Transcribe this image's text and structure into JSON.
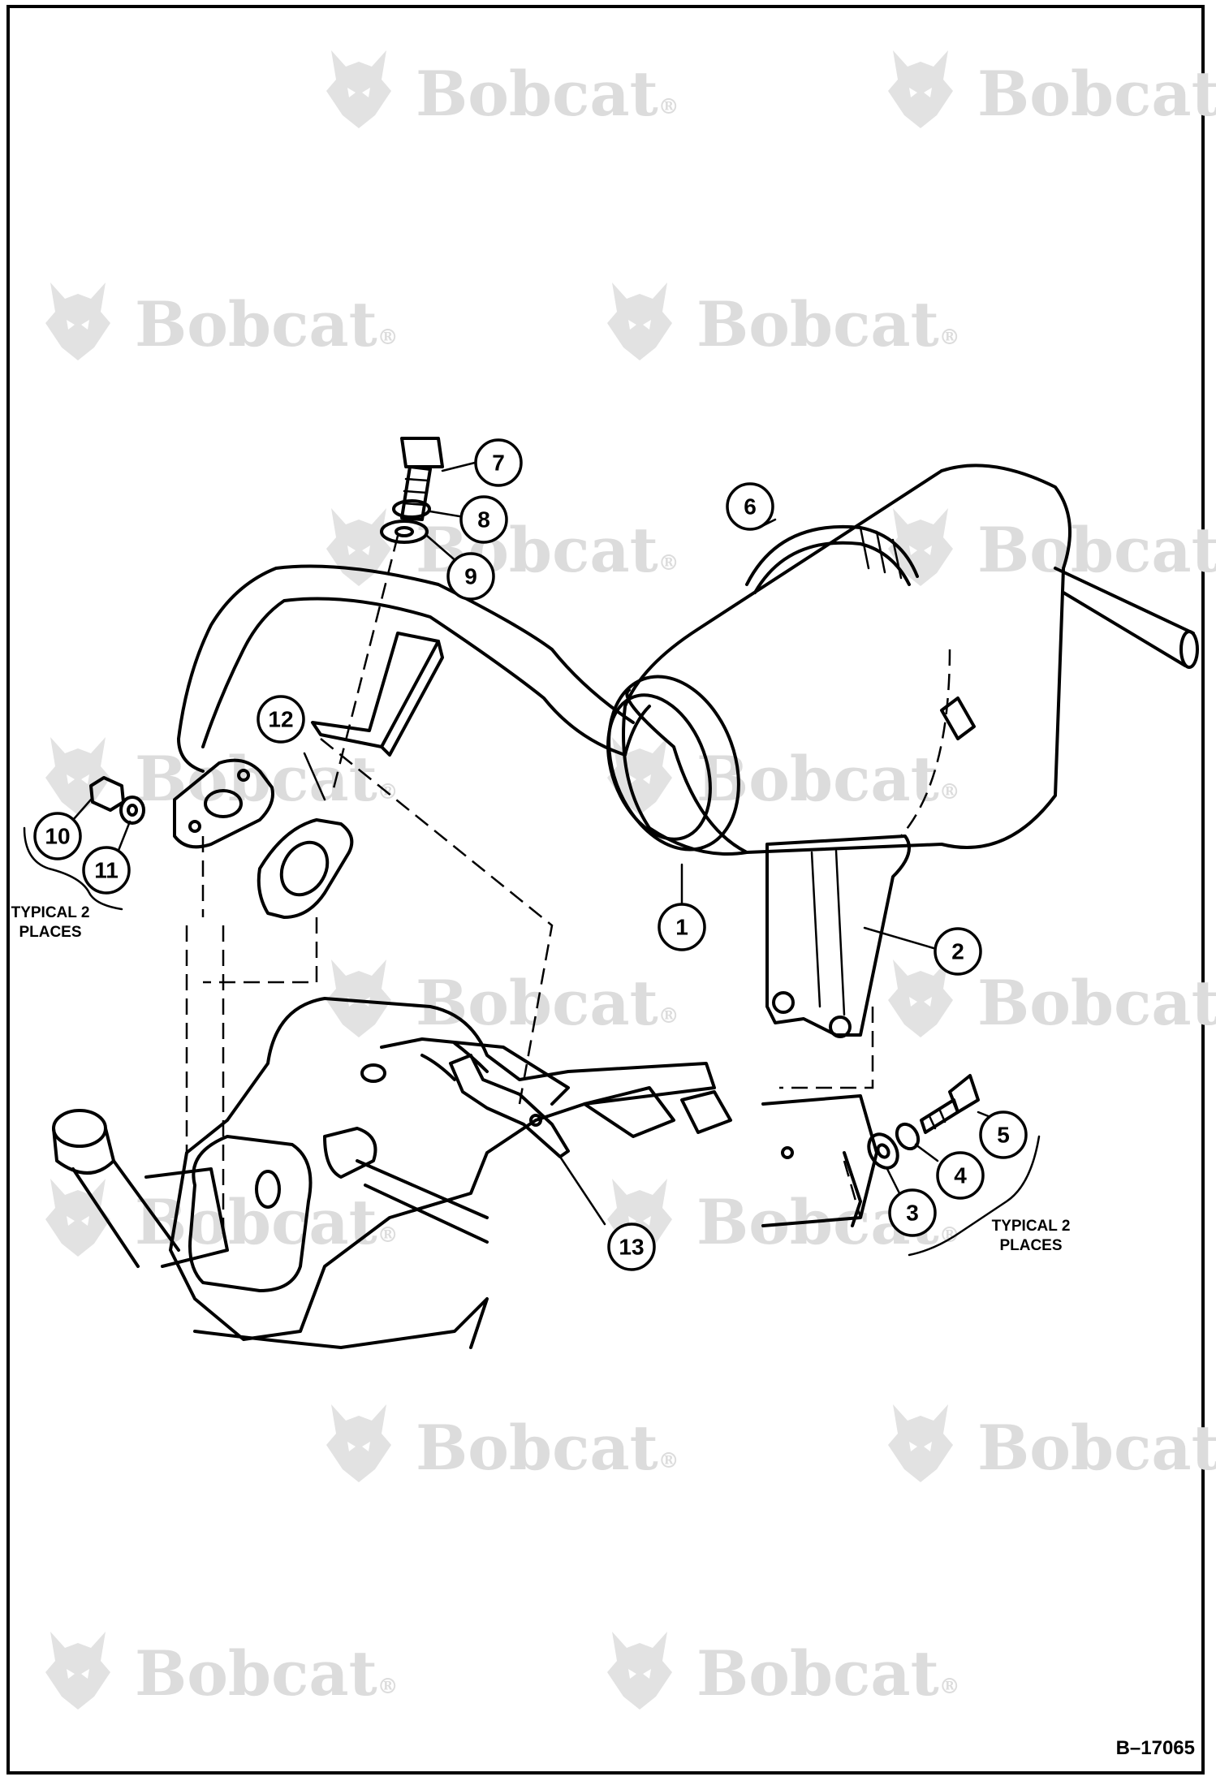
{
  "watermark": {
    "brand": "Bobcat",
    "mark": "®"
  },
  "callouts": [
    {
      "num": "1"
    },
    {
      "num": "2"
    },
    {
      "num": "3"
    },
    {
      "num": "4"
    },
    {
      "num": "5"
    },
    {
      "num": "6"
    },
    {
      "num": "7"
    },
    {
      "num": "8"
    },
    {
      "num": "9"
    },
    {
      "num": "10"
    },
    {
      "num": "11"
    },
    {
      "num": "12"
    },
    {
      "num": "13"
    }
  ],
  "notes": {
    "left": [
      "TYPICAL 2",
      "PLACES"
    ],
    "right": [
      "TYPICAL 2",
      "PLACES"
    ]
  },
  "drawing_id": "B–17065",
  "icons": {
    "watermark_logo": "bobcat-head-logo"
  }
}
